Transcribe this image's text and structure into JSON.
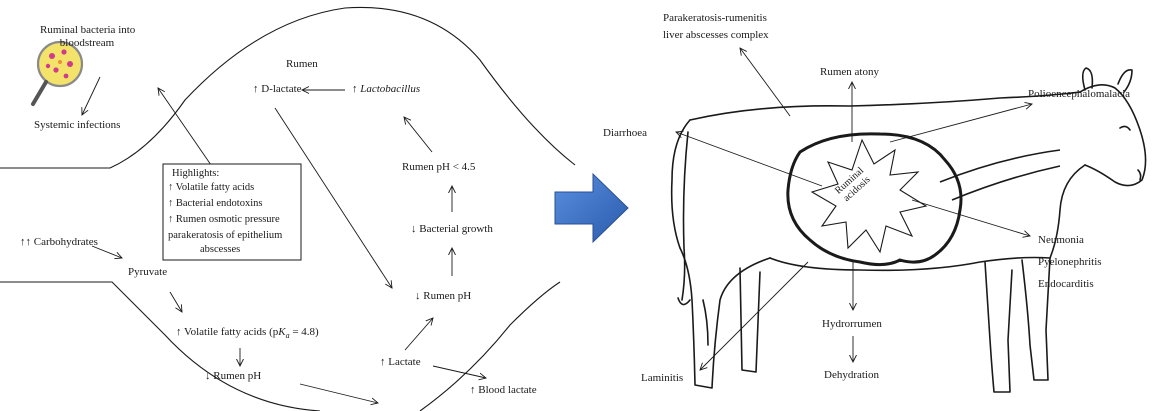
{
  "left": {
    "bacteria_bloodstream": [
      "Ruminal bacteria into",
      "bloodstream"
    ],
    "systemic_infections": "Systemic infections",
    "rumen_title": "Rumen",
    "d_lactate_arrow": "↑",
    "d_lactate": "D-lactate",
    "lactobacillus_arrow": "↑",
    "lactobacillus": "Lactobacillus",
    "rumen_ph_45": "Rumen pH < 4.5",
    "bacterial_growth": "↓ Bacterial growth",
    "rumen_ph_down_right": "↓ Rumen pH",
    "carbohydrates": "↑↑ Carbohydrates",
    "pyruvate": "Pyruvate",
    "vfa_prefix": "↑ Volatile fatty acids (p",
    "vfa_k": "K",
    "vfa_a": "a",
    "vfa_suffix": " = 4.8)",
    "rumen_ph_down_left": "↓ Rumen pH",
    "lactate": "↑ Lactate",
    "blood_lactate": "↑ Blood lactate",
    "highlights": {
      "title": "Highlights:",
      "items": [
        "↑ Volatile fatty acids",
        "↑ Bacterial endotoxins",
        "↑ Rumen osmotic pressure",
        "parakeratosis of epithelium",
        "abscesses"
      ]
    }
  },
  "right": {
    "parakeratosis": [
      "Parakeratosis-rumenitis",
      "liver abscesses complex"
    ],
    "rumen_atony": "Rumen atony",
    "polioencephalomalacia": "Polioencephalomalacia",
    "diarrhoea": "Diarrhoea",
    "ruminal_acidosis": [
      "Ruminal",
      "acidosis"
    ],
    "respiratory": [
      "Neumonia",
      "Pyelonephritis",
      "Endocarditis"
    ],
    "hydrorrumen": "Hydrorrumen",
    "dehydration": "Dehydration",
    "laminitis": "Laminitis"
  },
  "colors": {
    "big_arrow": "#3a6fc4",
    "ink": "#1a1a1a"
  }
}
